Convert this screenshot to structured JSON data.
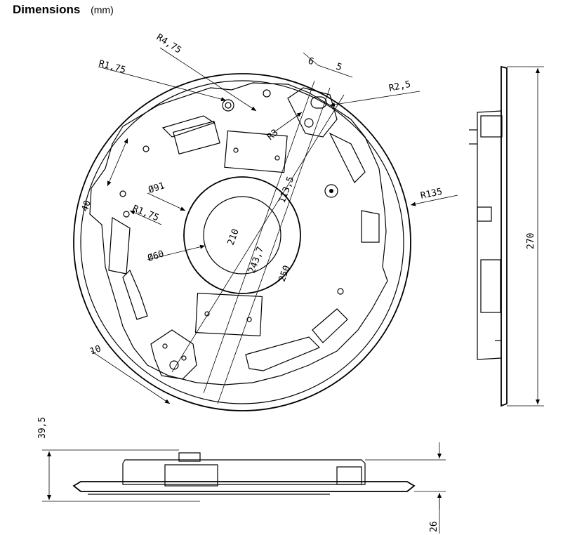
{
  "header": {
    "title": "Dimensions",
    "unit": "(mm)"
  },
  "dimensions": {
    "r4_75": "R4,75",
    "r1_75_top": "R1,75",
    "d6": "6",
    "d5": "5",
    "r2_5": "R2,5",
    "r3": "R3",
    "r135": "R135",
    "d113_5": "113,5",
    "phi91": "Ø91",
    "r1_75_left": "R1,75",
    "d40": "40",
    "d210": "210",
    "d243_7": "243,7",
    "d250": "250",
    "phi60": "Ø60",
    "d10": "10",
    "d270": "270",
    "d39_5": "39,5",
    "d26": "26"
  }
}
